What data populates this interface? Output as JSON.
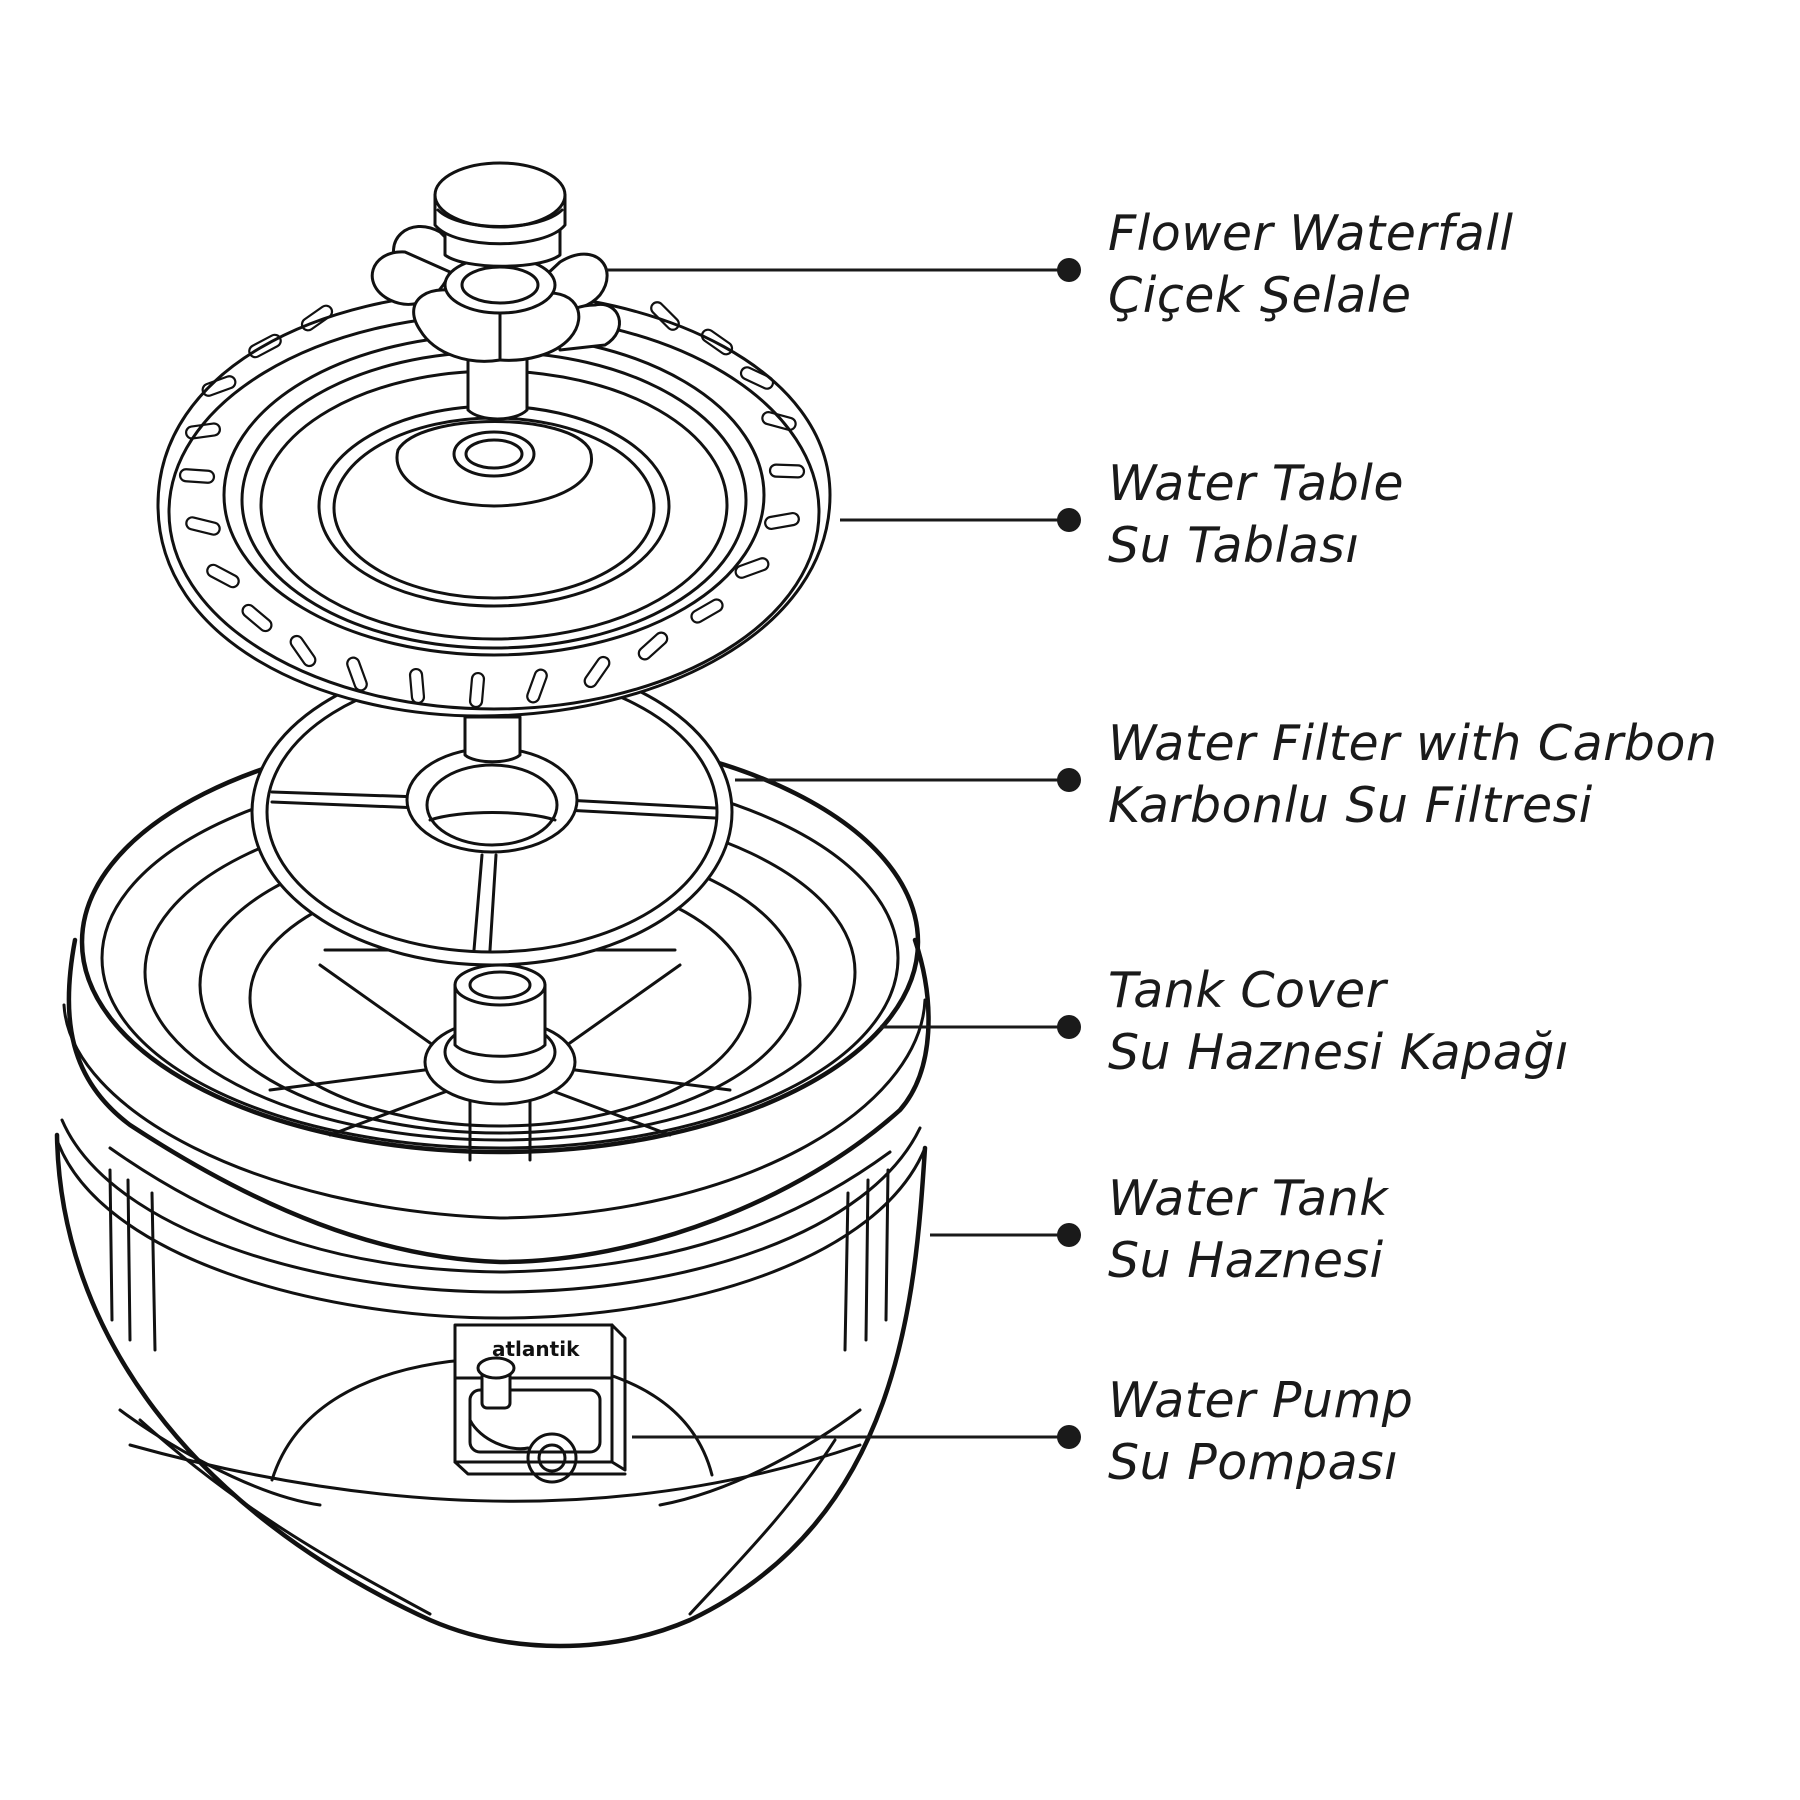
{
  "brand_text": "atlantik",
  "callouts": [
    {
      "id": "flower-waterfall",
      "line1": "Flower Waterfall",
      "line2": "Çiçek Şelale"
    },
    {
      "id": "water-table",
      "line1": "Water Table",
      "line2": "Su Tablası"
    },
    {
      "id": "water-filter",
      "line1": "Water Filter with Carbon",
      "line2": "Karbonlu Su Filtresi"
    },
    {
      "id": "tank-cover",
      "line1": "Tank Cover",
      "line2": "Su Haznesi Kapağı"
    },
    {
      "id": "water-tank",
      "line1": "Water Tank",
      "line2": "Su Haznesi"
    },
    {
      "id": "water-pump",
      "line1": "Water Pump",
      "line2": "Su Pompası"
    }
  ]
}
